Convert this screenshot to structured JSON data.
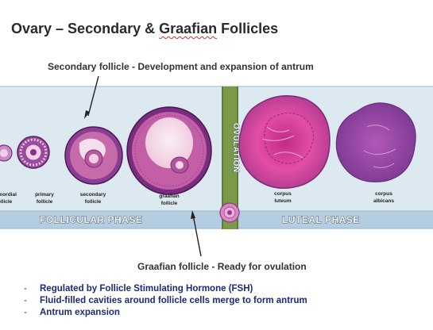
{
  "title": {
    "prefix": "Ovary – Secondary & ",
    "underlined": "Graafian",
    "suffix": " Follicles"
  },
  "callouts": {
    "secondary": "Secondary follicle  - Development and expansion of antrum",
    "graafian": "Graafian follicle - Ready for ovulation"
  },
  "stages": [
    {
      "line1": "primordial",
      "line2": "follicle"
    },
    {
      "line1": "primary",
      "line2": "follicle"
    },
    {
      "line1": "secondary",
      "line2": "follicle"
    },
    {
      "line1": "graafian",
      "line2": "follicle"
    },
    {
      "line1": "corpus",
      "line2": "luteum"
    },
    {
      "line1": "corpus",
      "line2": "albicans"
    }
  ],
  "phases": {
    "follicular": "FOLLICULAR PHASE",
    "ovulation": "OVULATION",
    "luteal": "LUTEAL PHASE"
  },
  "bullets": [
    "Regulated by Follicle Stimulating Hormone (FSH)",
    "Fluid-filled cavities around follicle cells merge to form antrum",
    "Antrum expansion"
  ],
  "bullet_marker": "-",
  "colors": {
    "panel": "#dde9f1",
    "band": "#b5cde0",
    "ovulation_bar": "#7a9a4a",
    "tissue_dark": "#7a2d7e",
    "tissue_pink": "#e0529e",
    "antrum": "#f3dbe8",
    "albicans": "#a24aa8"
  }
}
